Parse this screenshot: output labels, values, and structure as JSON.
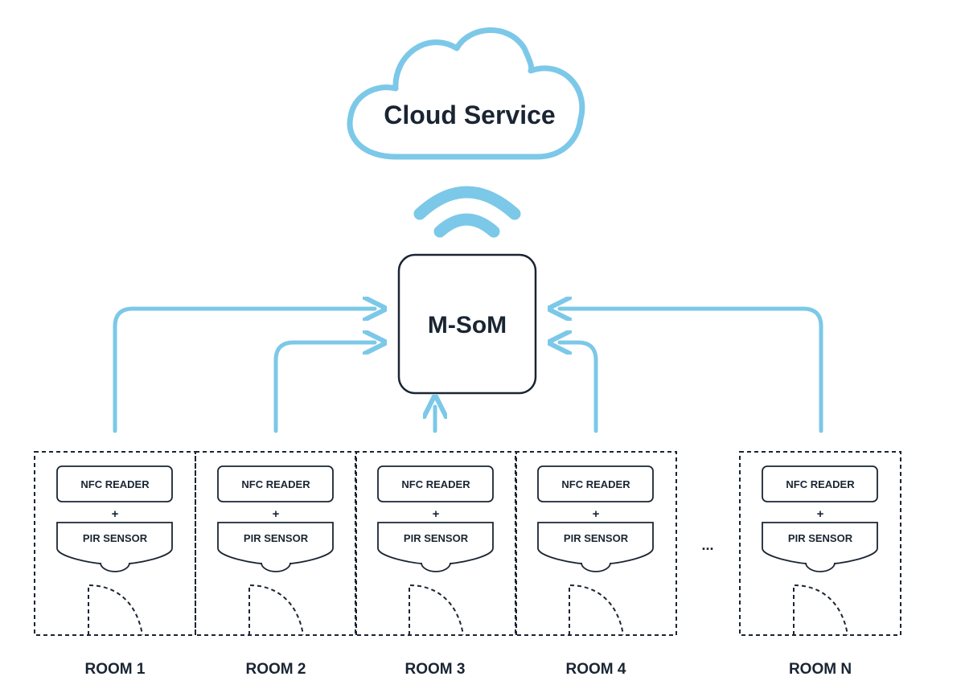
{
  "colors": {
    "accent": "#7cc8e8",
    "ink": "#1a2533",
    "background": "#ffffff"
  },
  "cloud": {
    "label": "Cloud Service"
  },
  "hub": {
    "label": "M-SoM"
  },
  "wireless": {
    "icon": "wifi-signal-icon"
  },
  "component_labels": {
    "nfc": "NFC READER",
    "plus": "+",
    "pir": "PIR SENSOR"
  },
  "ellipsis": "...",
  "rooms": [
    {
      "label": "ROOM 1"
    },
    {
      "label": "ROOM 2"
    },
    {
      "label": "ROOM 3"
    },
    {
      "label": "ROOM 4"
    },
    {
      "label": "ROOM N"
    }
  ]
}
